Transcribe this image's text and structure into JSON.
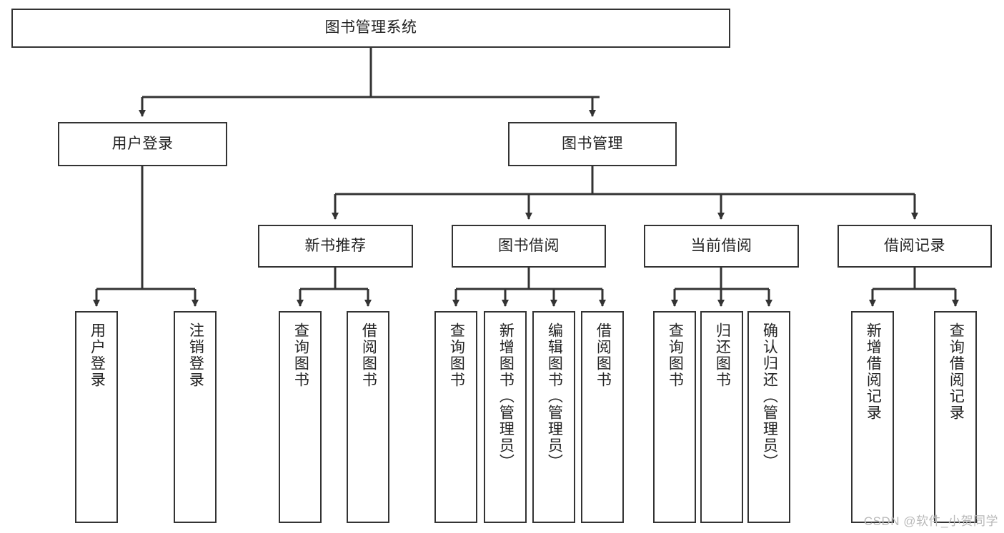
{
  "diagram": {
    "title": "图书管理系统",
    "watermark": "CSDN @软件_小贺同学",
    "colors": {
      "stroke": "#333333",
      "fill": "#ffffff",
      "text": "#222222",
      "watermark": "#b9b9b9"
    },
    "nodes": {
      "root": {
        "label": "图书管理系统"
      },
      "level2": [
        {
          "id": "user-login",
          "label": "用户登录"
        },
        {
          "id": "book-management",
          "label": "图书管理"
        }
      ],
      "level3": [
        {
          "id": "new-book-recommend",
          "label": "新书推荐"
        },
        {
          "id": "book-borrow",
          "label": "图书借阅"
        },
        {
          "id": "current-borrow",
          "label": "当前借阅"
        },
        {
          "id": "borrow-record",
          "label": "借阅记录"
        }
      ],
      "leaves": {
        "user-login": [
          {
            "id": "leaf-user-login",
            "label": "用户登录"
          },
          {
            "id": "leaf-logout-login",
            "label": "注销登录"
          }
        ],
        "new-book-recommend": [
          {
            "id": "leaf-query-book-1",
            "label": "查询图书"
          },
          {
            "id": "leaf-borrow-book-1",
            "label": "借阅图书"
          }
        ],
        "book-borrow": [
          {
            "id": "leaf-query-book-2",
            "label": "查询图书"
          },
          {
            "id": "leaf-add-book",
            "label": "新增图书（管理员）"
          },
          {
            "id": "leaf-edit-book",
            "label": "编辑图书（管理员）"
          },
          {
            "id": "leaf-borrow-book-2",
            "label": "借阅图书"
          }
        ],
        "current-borrow": [
          {
            "id": "leaf-query-book-3",
            "label": "查询图书"
          },
          {
            "id": "leaf-return-book",
            "label": "归还图书"
          },
          {
            "id": "leaf-confirm-return",
            "label": "确认归还（管理员）"
          }
        ],
        "borrow-record": [
          {
            "id": "leaf-add-record",
            "label": "新增借阅记录"
          },
          {
            "id": "leaf-query-record",
            "label": "查询借阅记录"
          }
        ]
      }
    }
  }
}
